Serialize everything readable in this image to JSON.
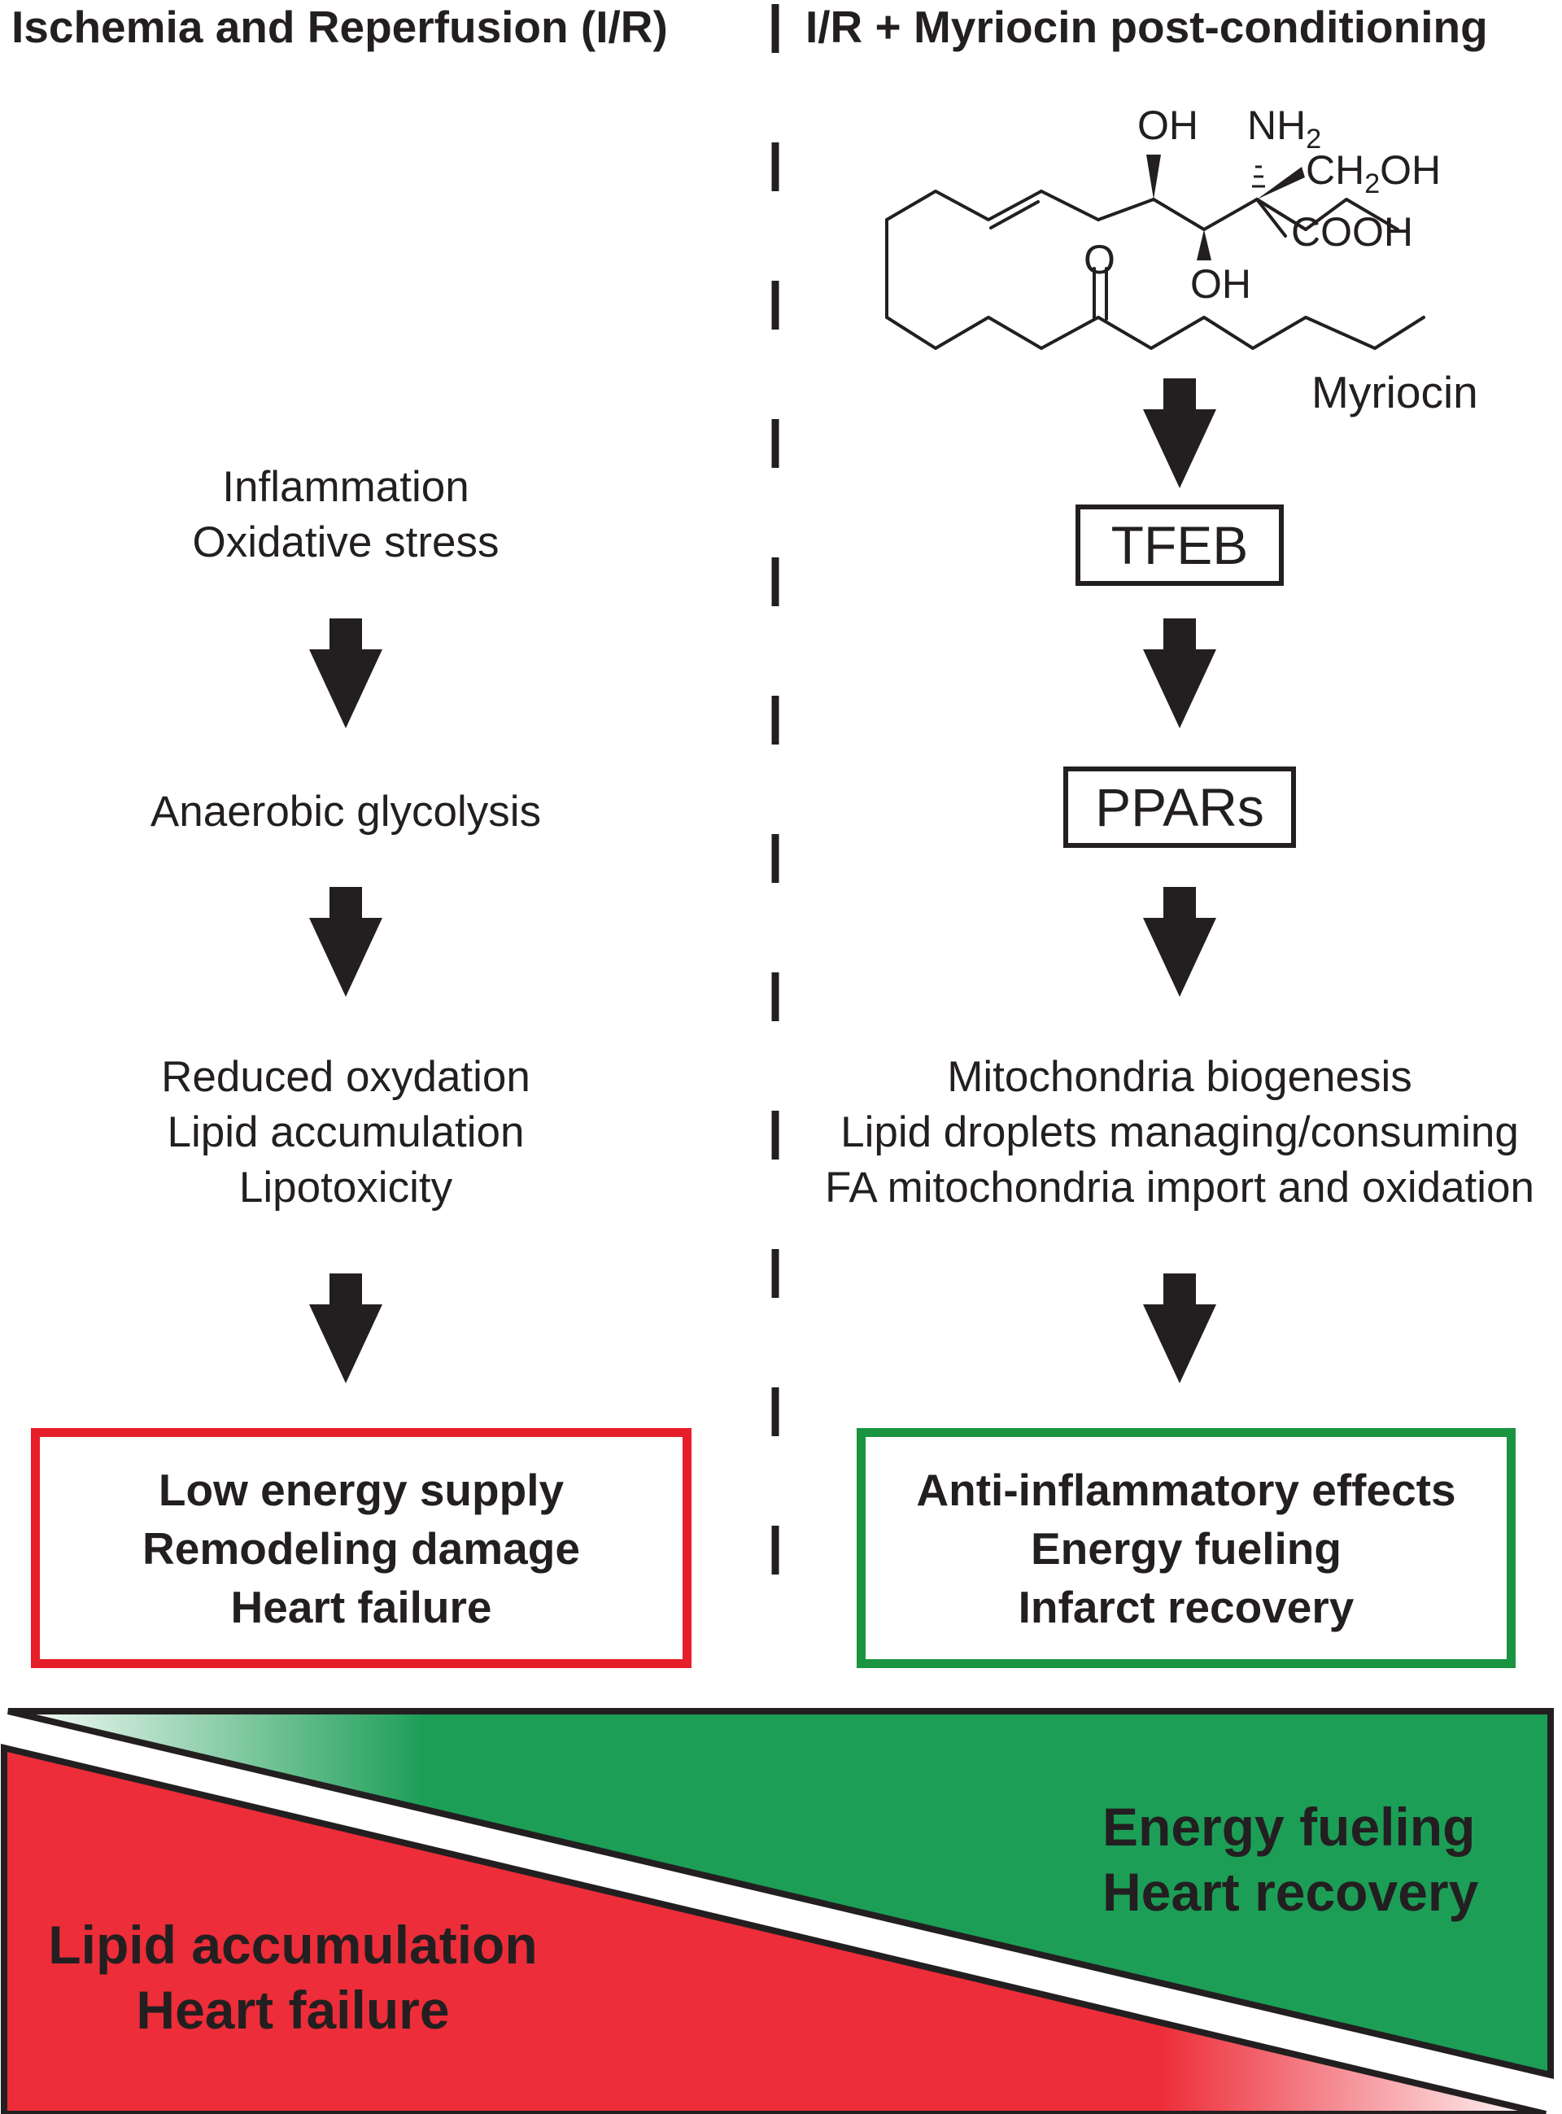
{
  "headers": {
    "left": "Ischemia and Reperfusion (I/R)",
    "right": "I/R + Myriocin post-conditioning"
  },
  "molecule": {
    "name": "Myriocin",
    "labels": {
      "oh_top": "OH",
      "nh2": "NH",
      "nh2_sub": "2",
      "ch2oh_a": "CH",
      "ch2oh_sub": "2",
      "ch2oh_b": "OH",
      "cooh": "COOH",
      "oh_bottom": "OH",
      "ketone_o": "O"
    }
  },
  "left_column": {
    "step1": [
      "Inflammation",
      "Oxidative stress"
    ],
    "step2": [
      "Anaerobic glycolysis"
    ],
    "step3": [
      "Reduced oxydation",
      "Lipid accumulation",
      "Lipotoxicity"
    ],
    "outcome": [
      "Low energy supply",
      "Remodeling damage",
      "Heart failure"
    ]
  },
  "right_column": {
    "box1": "TFEB",
    "box2": "PPARs",
    "step3": [
      "Mitochondria biogenesis",
      "Lipid droplets managing/consuming",
      "FA mitochondria import and oxidation"
    ],
    "outcome": [
      "Anti-inflammatory effects",
      "Energy fueling",
      "Infarct recovery"
    ]
  },
  "bottom_gradient": {
    "green_text": [
      "Energy fueling",
      "Heart recovery"
    ],
    "red_text": [
      "Lipid accumulation",
      "Heart failure"
    ]
  },
  "colors": {
    "red": "#ed2d39",
    "green": "#1c9e57",
    "red_box_border": "#e51e2a",
    "green_box_border": "#1a9440",
    "ink": "#231f20"
  }
}
